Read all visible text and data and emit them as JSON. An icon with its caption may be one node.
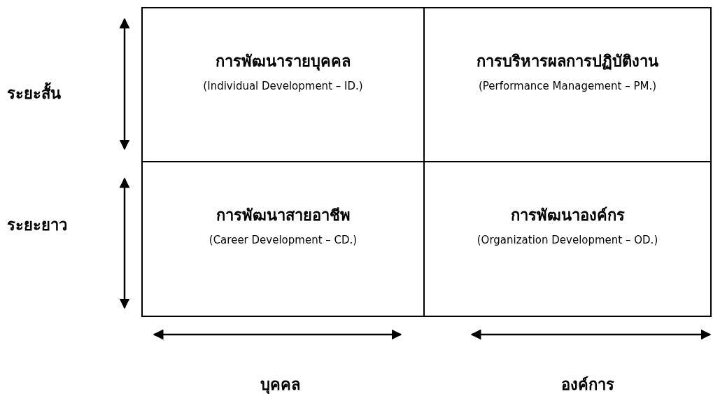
{
  "diagram": {
    "nodes": [
      {
        "text": [
          "การพัฒนารายบุคคล",
          "(Individual Development – ID.)"
        ]
      },
      {
        "text": [
          "การบริหารผลการปฏิบัติงาน",
          "(Performance Management – PM.)"
        ]
      },
      {
        "text": [
          "การพัฒนาสายอาชีพ",
          "(Career Development – CD.)"
        ]
      },
      {
        "text": [
          "การพัฒนาองค์กร",
          "(Organization Development – OD.)"
        ]
      }
    ],
    "labels": [
      "ระยะสั้น",
      "ระยะยาว",
      "บุคคล",
      "องค์การ"
    ]
  }
}
